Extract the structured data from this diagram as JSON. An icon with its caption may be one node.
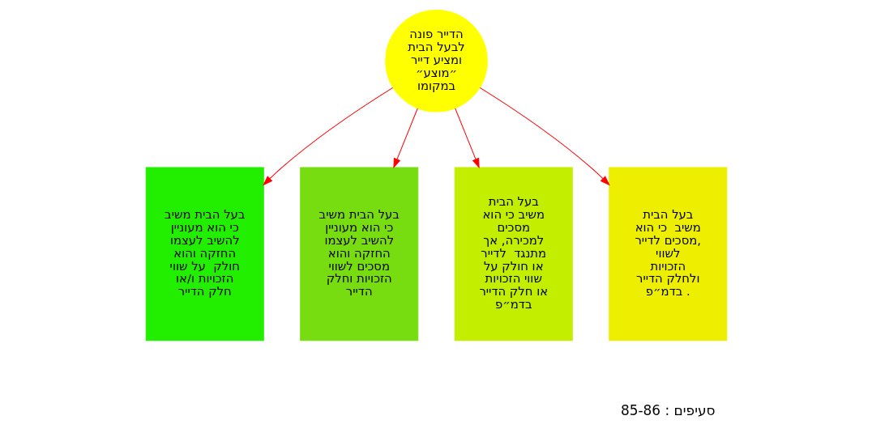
{
  "diagram": {
    "nodes": [
      {
        "text": [
          "הדייר פונה לבעל הבית ומציע דייר ״מוצע״ במקומו"
        ]
      },
      {
        "text": [
          "בעל הבית משיב כי הוא מעוניין להשיב לעצמו החזקה והוא חולק  על שווי הזכויות ו/או חלק הדייר"
        ]
      },
      {
        "text": [
          "בעל הבית משיב כי הוא מעוניין להשיב לעצמו החזקה והוא מסכים לשווי הזכויות וחלק הדייר"
        ]
      },
      {
        "text": [
          "בעל הבית משיב כי הוא מסכים למכירה, אך מתנגד  לדייר או חולק על שווי הזכויות או חלק הדייר בדמ״פ"
        ]
      },
      {
        "text": [
          "בעל הבית משיב  כי הוא מסכים לדייר, לשווי הזכויות ולחלק הדייר בדמ״פ ."
        ]
      }
    ],
    "edges": [
      {
        "from": 0,
        "to": 1,
        "arrow": "to"
      },
      {
        "from": 0,
        "to": 2,
        "arrow": "to"
      },
      {
        "from": 0,
        "to": 3,
        "arrow": "to"
      },
      {
        "from": 0,
        "to": 4,
        "arrow": "to"
      }
    ],
    "labels": [
      "סעיפים : 85-86"
    ]
  }
}
